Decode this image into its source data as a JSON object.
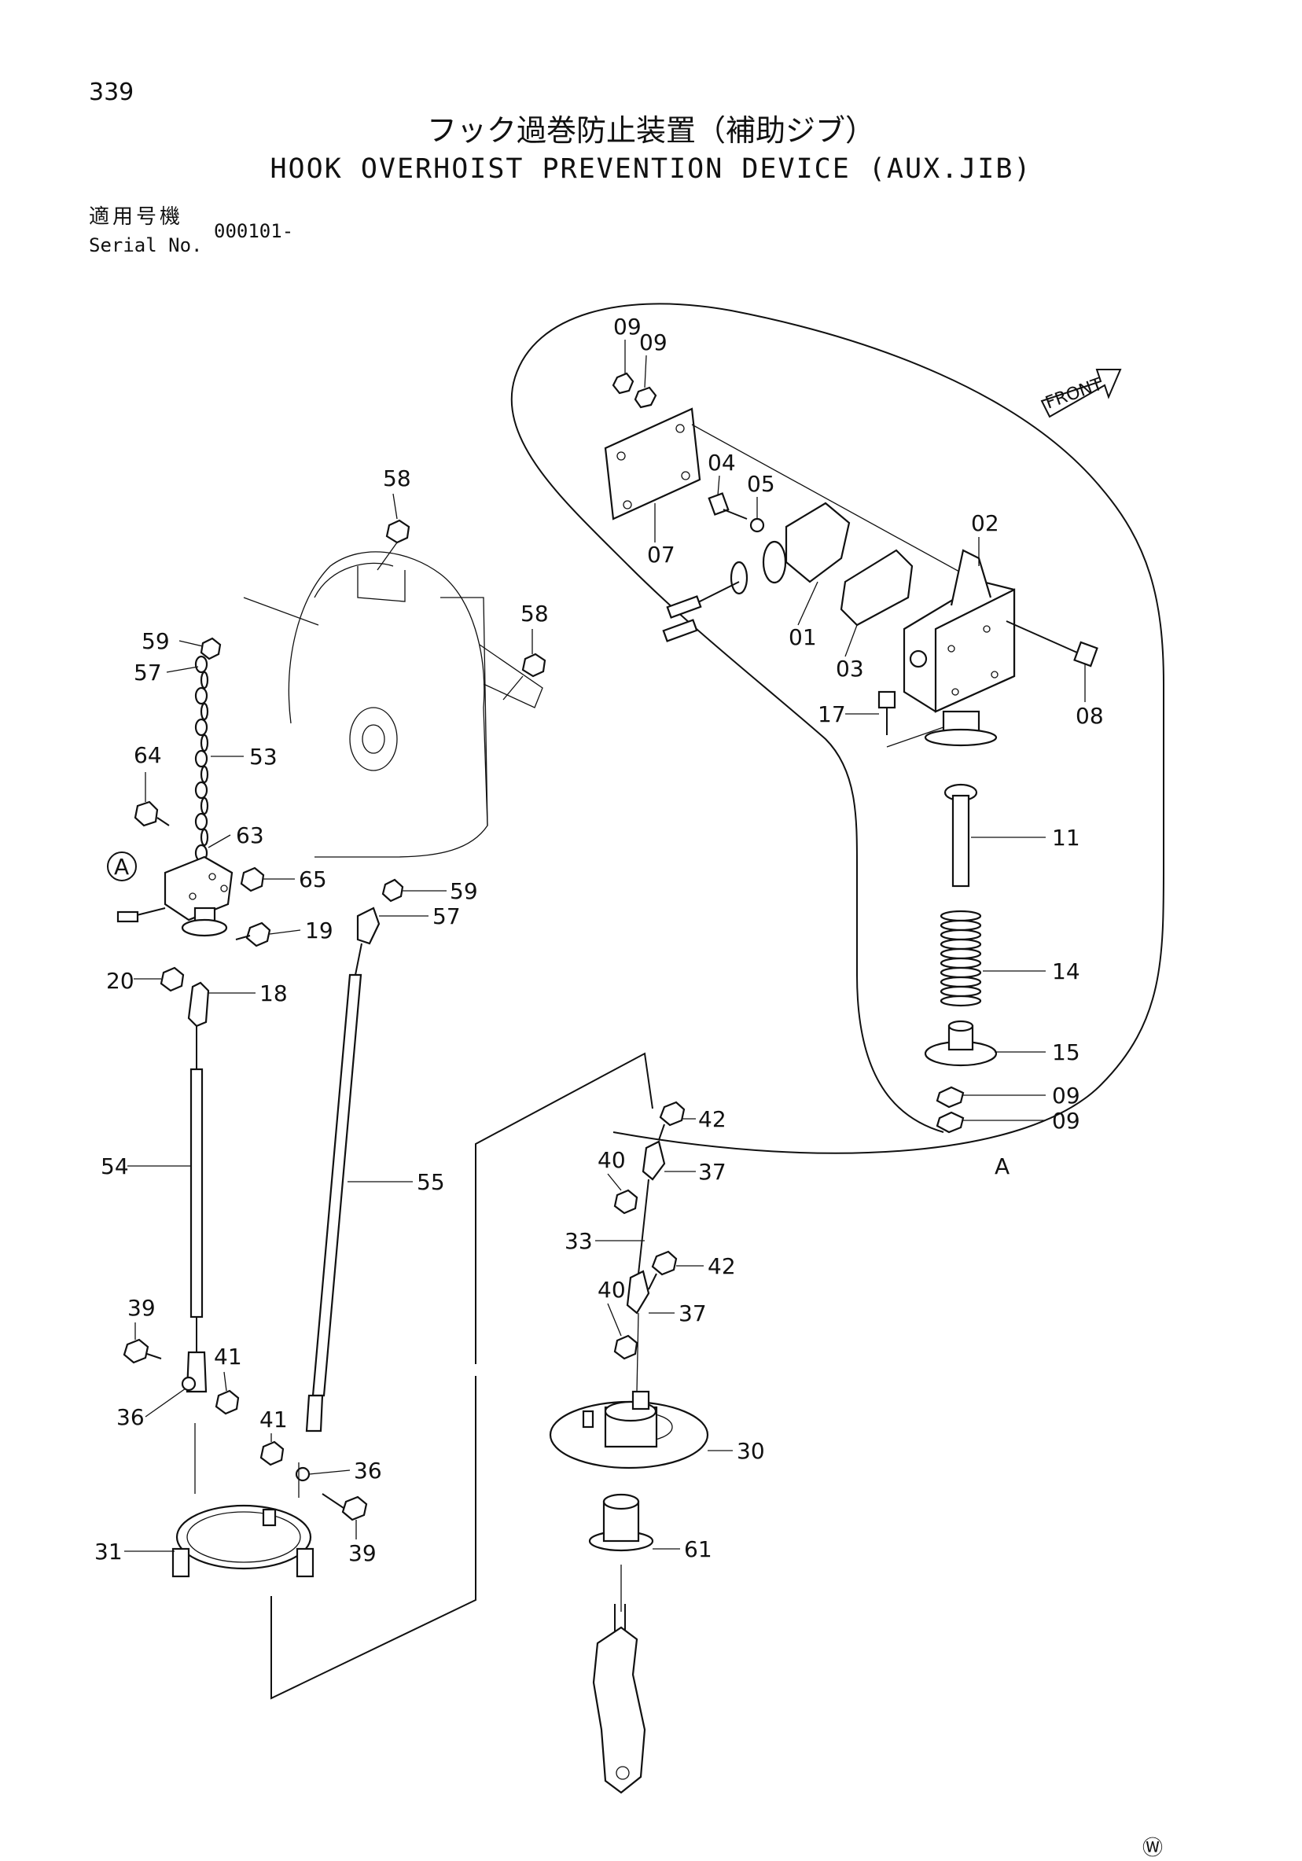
{
  "page": {
    "number": "339",
    "title_jp": "フック過巻防止装置（補助ジブ）",
    "title_en": "HOOK OVERHOIST PREVENTION DEVICE (AUX.JIB)",
    "serial_label_jp": "適用号機",
    "serial_label_en": "Serial No.",
    "serial_value": "000101-",
    "copyright_mark": "Ⓦ"
  },
  "diagram": {
    "front_label": "FRONT",
    "detail_label": "A",
    "callout_marker": "A",
    "part_labels": {
      "p09a": "09",
      "p09b": "09",
      "p04": "04",
      "p05": "05",
      "p07": "07",
      "p02": "02",
      "p01": "01",
      "p03": "03",
      "p08": "08",
      "p17": "17",
      "p11": "11",
      "p14": "14",
      "p15": "15",
      "p09c": "09",
      "p09d": "09",
      "p58a": "58",
      "p58b": "58",
      "p59a": "59",
      "p57a": "57",
      "p53": "53",
      "p64": "64",
      "p63": "63",
      "p65": "65",
      "p59b": "59",
      "p57b": "57",
      "p19": "19",
      "p20": "20",
      "p18": "18",
      "p54": "54",
      "p55": "55",
      "p39a": "39",
      "p41a": "41",
      "p36a": "36",
      "p41b": "41",
      "p36b": "36",
      "p39b": "39",
      "p31": "31",
      "p42a": "42",
      "p40a": "40",
      "p37a": "37",
      "p33": "33",
      "p42b": "42",
      "p40b": "40",
      "p37b": "37",
      "p30": "30",
      "p61": "61"
    }
  }
}
